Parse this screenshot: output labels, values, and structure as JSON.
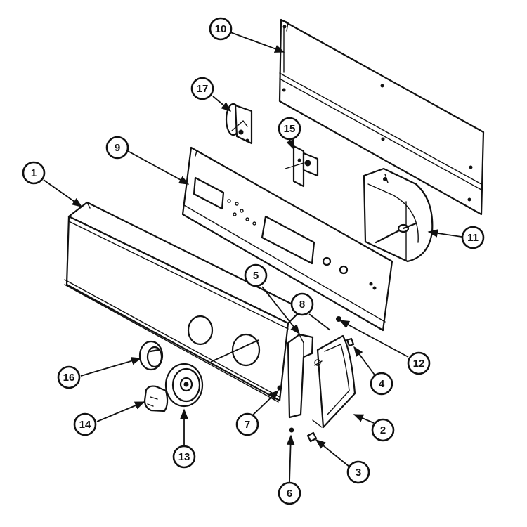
{
  "diagram": {
    "callouts": [
      {
        "id": "c1",
        "label": "1"
      },
      {
        "id": "c2",
        "label": "2"
      },
      {
        "id": "c3",
        "label": "3"
      },
      {
        "id": "c4",
        "label": "4"
      },
      {
        "id": "c5",
        "label": "5"
      },
      {
        "id": "c6",
        "label": "6"
      },
      {
        "id": "c7",
        "label": "7"
      },
      {
        "id": "c8",
        "label": "8"
      },
      {
        "id": "c9",
        "label": "9"
      },
      {
        "id": "c10",
        "label": "10"
      },
      {
        "id": "c11",
        "label": "11"
      },
      {
        "id": "c12",
        "label": "12"
      },
      {
        "id": "c13",
        "label": "13"
      },
      {
        "id": "c14",
        "label": "14"
      },
      {
        "id": "c15",
        "label": "15"
      },
      {
        "id": "c16",
        "label": "16"
      },
      {
        "id": "c17",
        "label": "17"
      }
    ]
  }
}
